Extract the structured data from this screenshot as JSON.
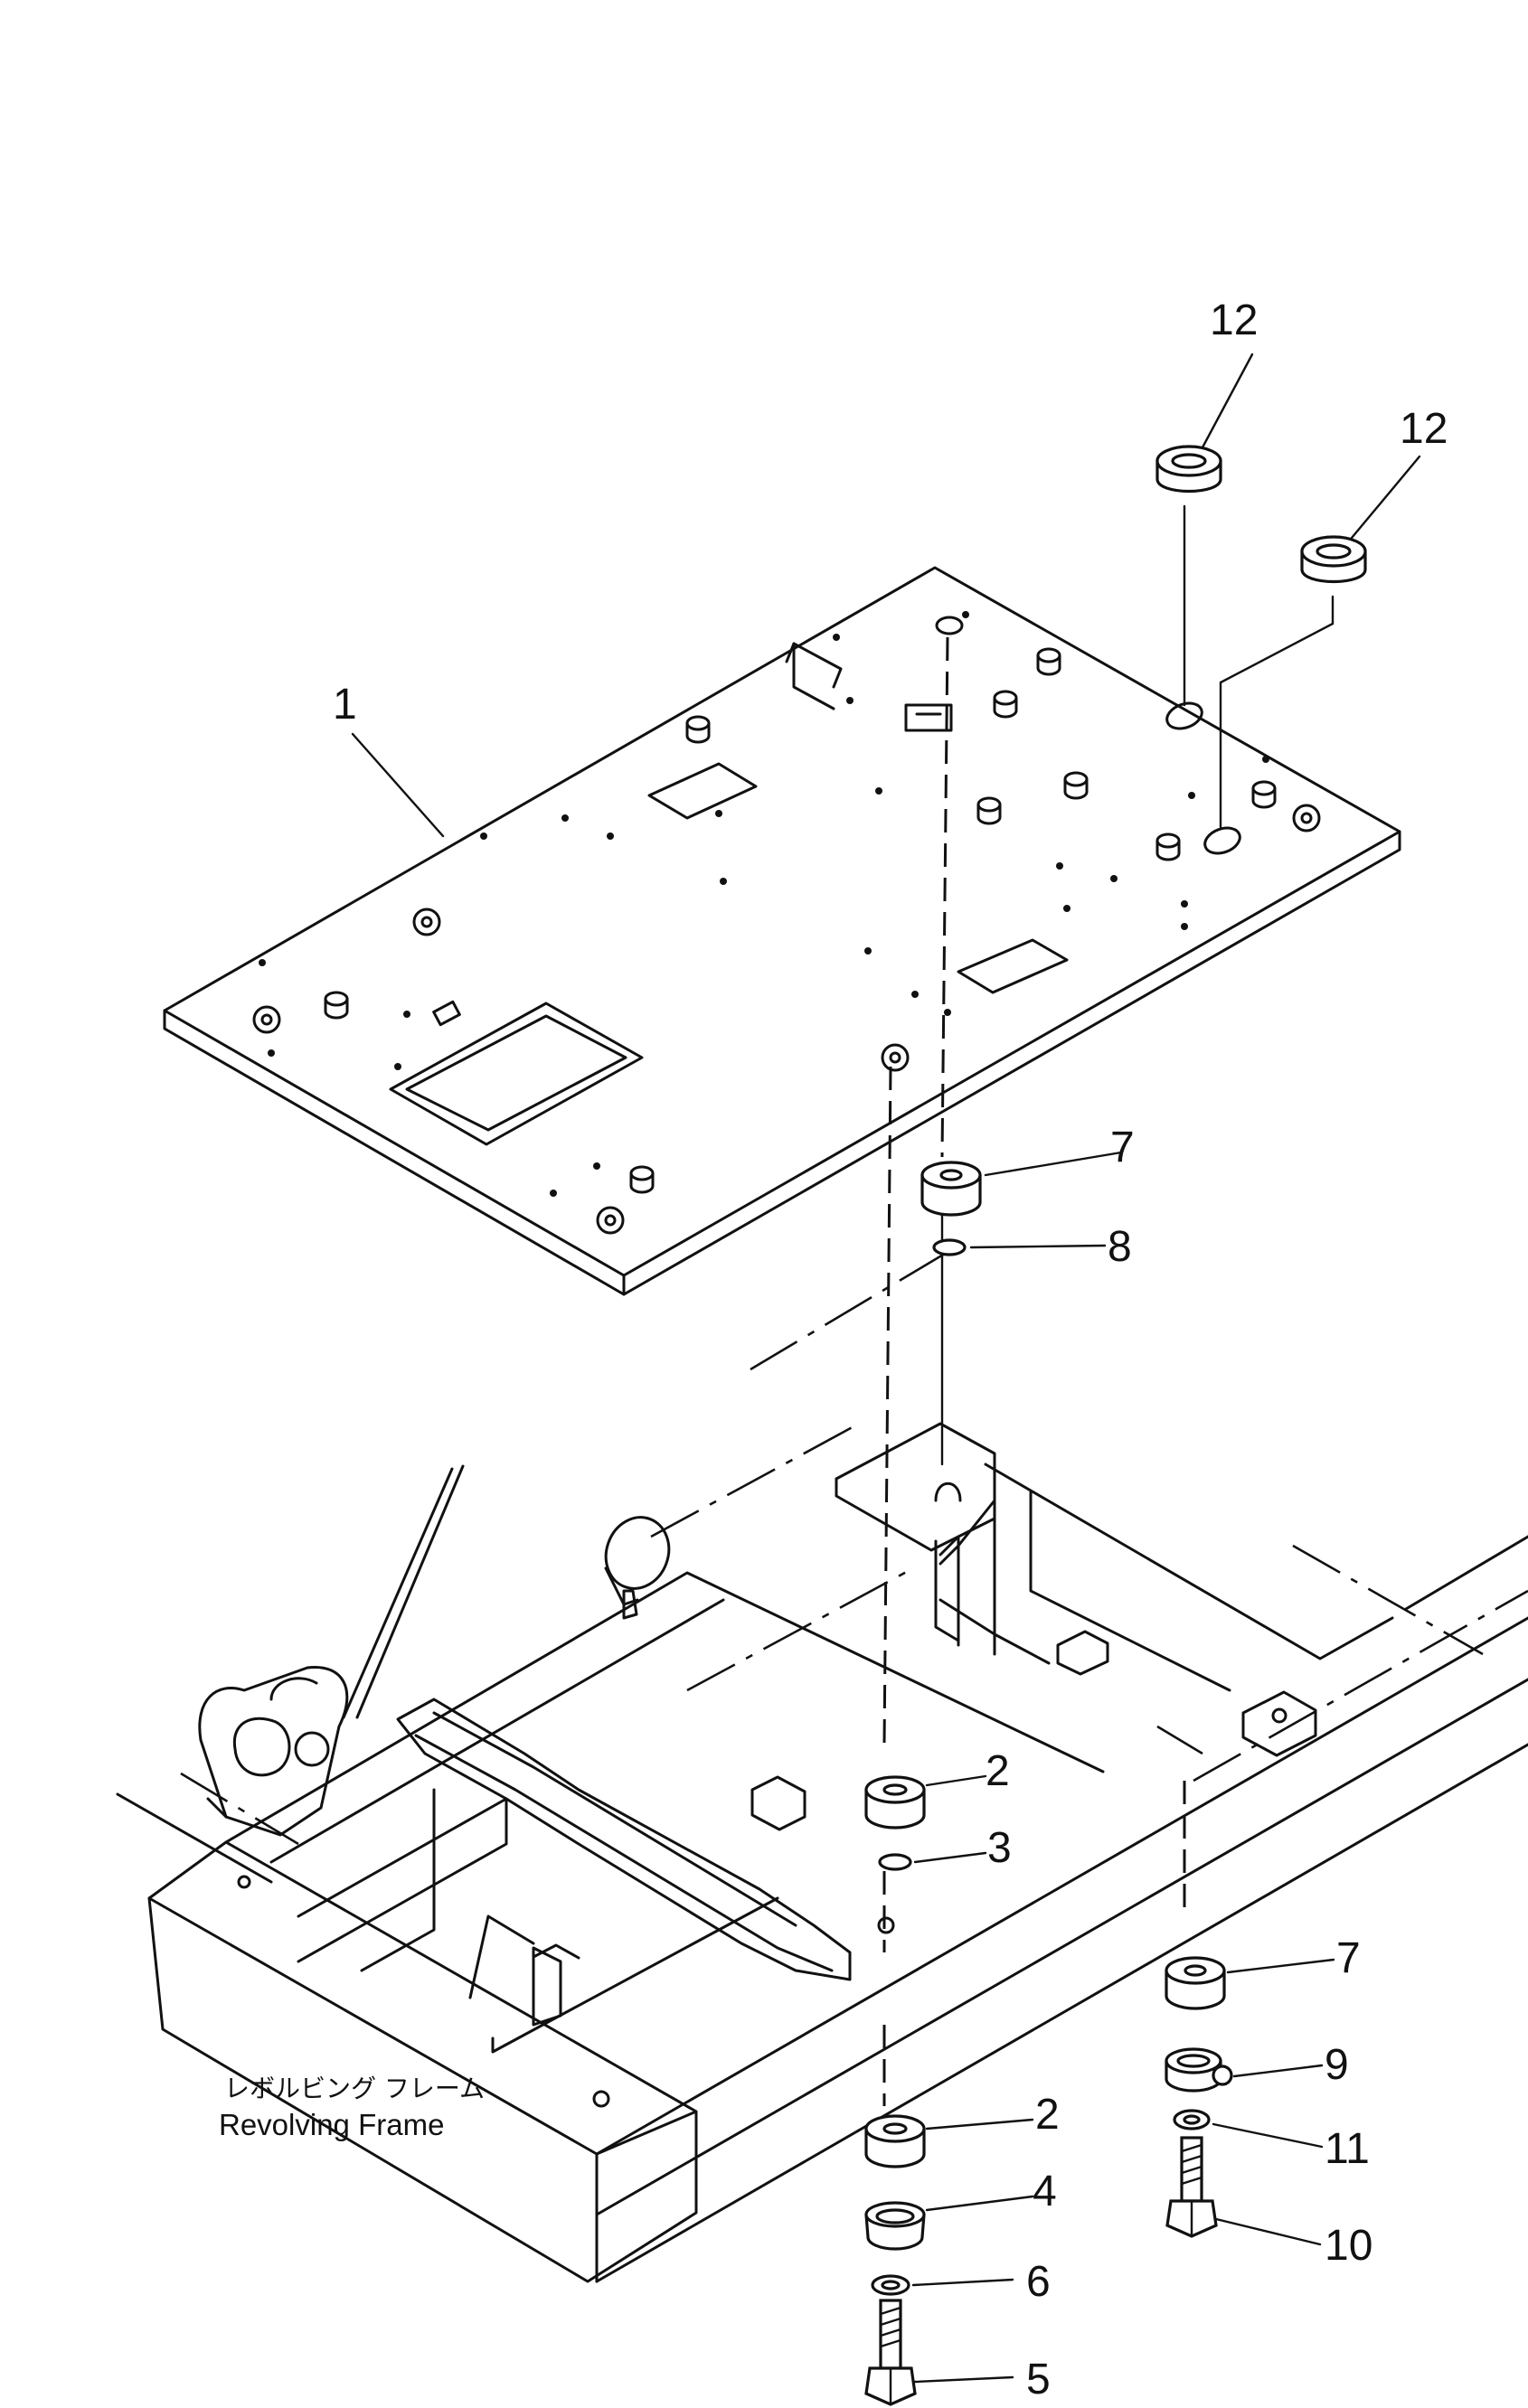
{
  "labels": {
    "p1": "1",
    "p2a": "2",
    "p2b": "2",
    "p3": "3",
    "p4": "4",
    "p5": "5",
    "p6": "6",
    "p7a": "7",
    "p7b": "7",
    "p8": "8",
    "p9": "9",
    "p10": "10",
    "p11": "11",
    "p12a": "12",
    "p12b": "12"
  },
  "frame_label": {
    "japanese": "レボルビング フレーム",
    "english": "Revolving Frame"
  }
}
